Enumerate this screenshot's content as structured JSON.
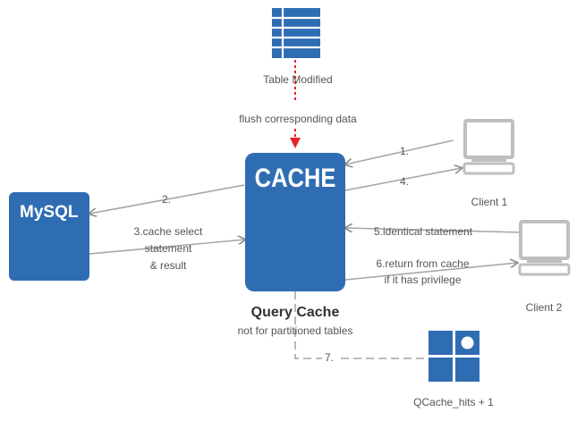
{
  "nodes": {
    "table_modified": "Table Modified",
    "flush_label": "flush corresponding data",
    "cache_box": "CACHE",
    "query_cache_title": "Query Cache",
    "query_cache_note": "not for partitioned tables",
    "mysql_box": "MySQL",
    "client1": "Client 1",
    "client2": "Client 2",
    "qcache_hits": "QCache_hits + 1"
  },
  "edges": {
    "step1": "1.",
    "step2": "2.",
    "step3_line1": "3.cache select",
    "step3_line2": "statement",
    "step3_line3": "& result",
    "step4": "4.",
    "step5": "5.identical statement",
    "step6_line1": "6.return from cache",
    "step6_line2": "if it has privilege",
    "step7": "7."
  },
  "colors": {
    "box_blue": "#2f6db3",
    "flush_arrow_red": "#e8202a",
    "line_gray": "#a6a6a6",
    "icon_gray": "#bfbfbf"
  }
}
